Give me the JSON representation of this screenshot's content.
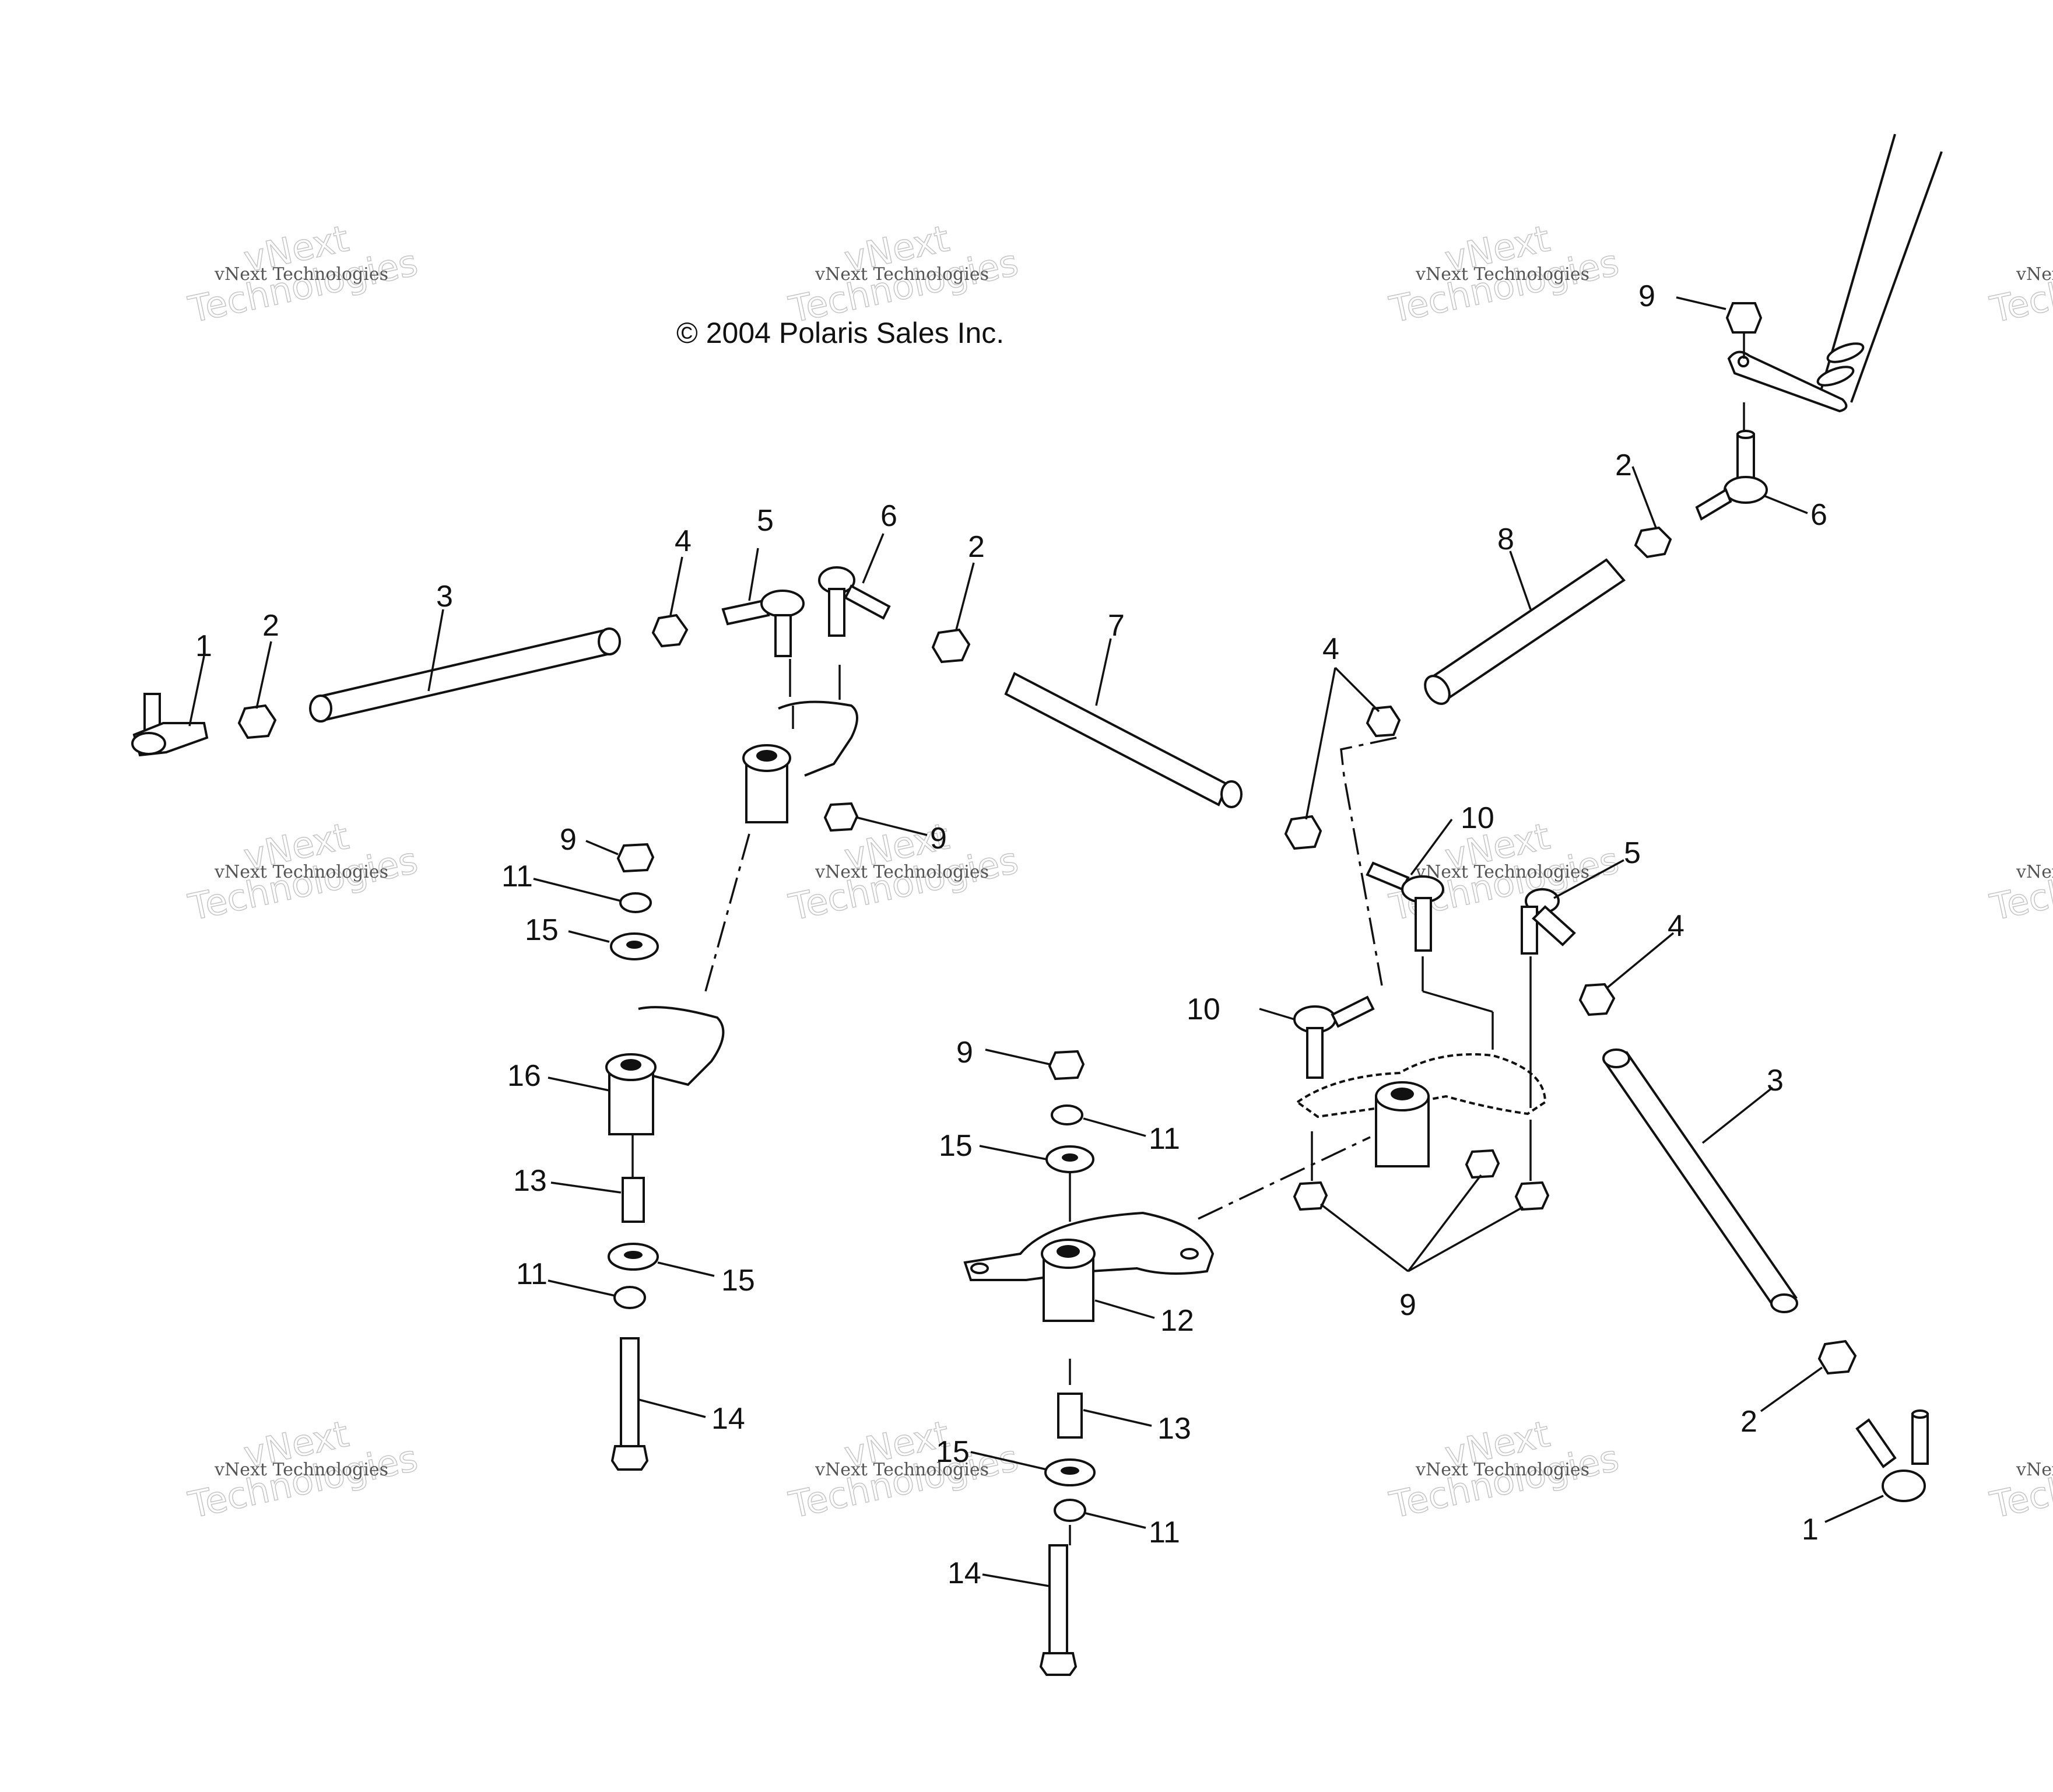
{
  "copyright": "© 2004 Polaris Sales Inc.",
  "watermark": {
    "line1": "vNext Technologies",
    "line2": "vNext",
    "line3": "Technologies"
  },
  "callouts": [
    {
      "id": "c1a",
      "label": "1"
    },
    {
      "id": "c2a",
      "label": "2"
    },
    {
      "id": "c3a",
      "label": "3"
    },
    {
      "id": "c4a",
      "label": "4"
    },
    {
      "id": "c5a",
      "label": "5"
    },
    {
      "id": "c6a",
      "label": "6"
    },
    {
      "id": "c2b",
      "label": "2"
    },
    {
      "id": "c7",
      "label": "7"
    },
    {
      "id": "c9a",
      "label": "9"
    },
    {
      "id": "c9b",
      "label": "9"
    },
    {
      "id": "c11a",
      "label": "11"
    },
    {
      "id": "c15a",
      "label": "15"
    },
    {
      "id": "c16",
      "label": "16"
    },
    {
      "id": "c13a",
      "label": "13"
    },
    {
      "id": "c11b",
      "label": "11"
    },
    {
      "id": "c15b",
      "label": "15"
    },
    {
      "id": "c14a",
      "label": "14"
    },
    {
      "id": "c9c",
      "label": "9"
    },
    {
      "id": "c11c",
      "label": "11"
    },
    {
      "id": "c15c",
      "label": "15"
    },
    {
      "id": "c12",
      "label": "12"
    },
    {
      "id": "c13b",
      "label": "13"
    },
    {
      "id": "c15d",
      "label": "15"
    },
    {
      "id": "c11d",
      "label": "11"
    },
    {
      "id": "c14b",
      "label": "14"
    },
    {
      "id": "c9d",
      "label": "9"
    },
    {
      "id": "c2c",
      "label": "2"
    },
    {
      "id": "c6b",
      "label": "6"
    },
    {
      "id": "c8",
      "label": "8"
    },
    {
      "id": "c4b",
      "label": "4"
    },
    {
      "id": "c10a",
      "label": "10"
    },
    {
      "id": "c5b",
      "label": "5"
    },
    {
      "id": "c4c",
      "label": "4"
    },
    {
      "id": "c10b",
      "label": "10"
    },
    {
      "id": "c3b",
      "label": "3"
    },
    {
      "id": "c9e",
      "label": "9"
    },
    {
      "id": "c2d",
      "label": "2"
    },
    {
      "id": "c1b",
      "label": "1"
    }
  ]
}
